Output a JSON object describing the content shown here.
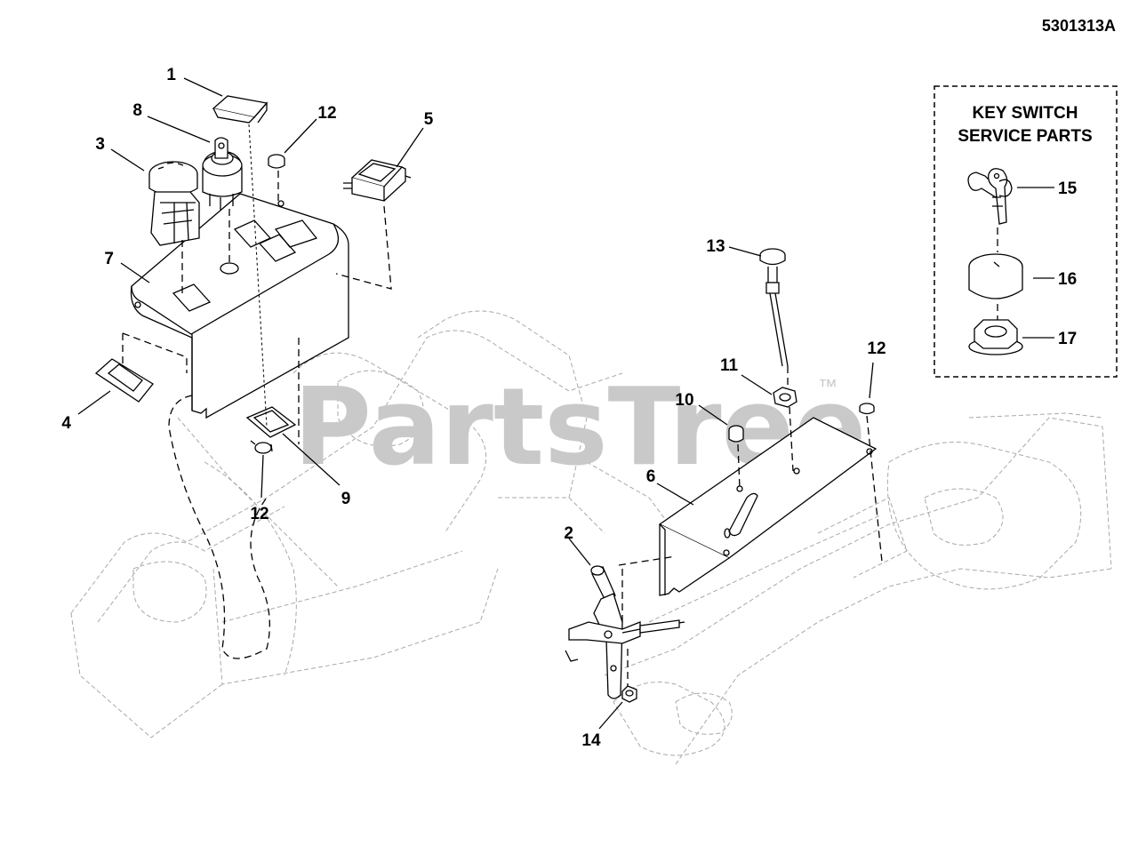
{
  "reference_number": "5301313A",
  "watermark": {
    "text": "PartsTree",
    "trademark": "™"
  },
  "key_switch_box": {
    "title_line1": "KEY SWITCH",
    "title_line2": "SERVICE PARTS"
  },
  "callouts": {
    "c1": "1",
    "c2": "2",
    "c3": "3",
    "c4": "4",
    "c5": "5",
    "c6": "6",
    "c7": "7",
    "c8": "8",
    "c9": "9",
    "c10": "10",
    "c11": "11",
    "c12a": "12",
    "c12b": "12",
    "c12c": "12",
    "c13": "13",
    "c14": "14",
    "c15": "15",
    "c16": "16",
    "c17": "17"
  },
  "colors": {
    "ink": "#000000",
    "ghost": "#a8a8a8",
    "watermark": "#c9c9c9"
  }
}
